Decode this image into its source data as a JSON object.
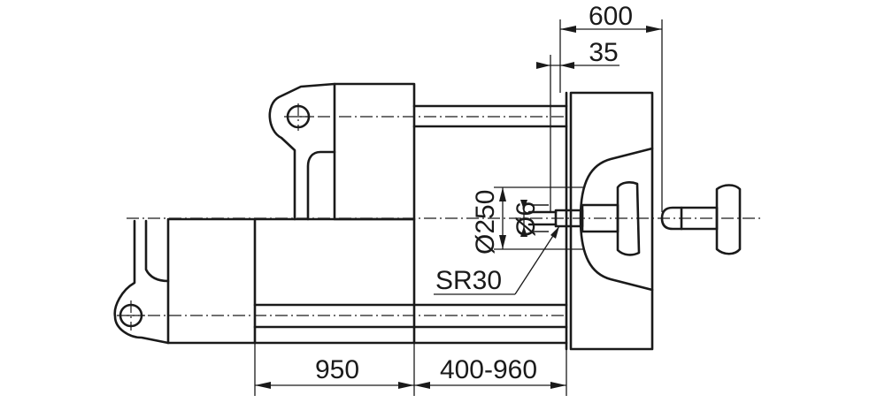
{
  "dimensions": {
    "d600": "600",
    "d35": "35",
    "d950": "950",
    "d400_960": "400-960",
    "d250": "Ø250",
    "d6": "Ø6",
    "sr30": "SR30"
  }
}
